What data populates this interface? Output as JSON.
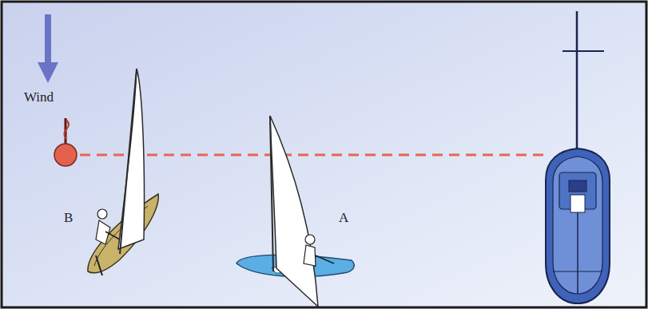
{
  "diagram": {
    "labels": [
      "Wind",
      "B",
      "A"
    ]
  }
}
